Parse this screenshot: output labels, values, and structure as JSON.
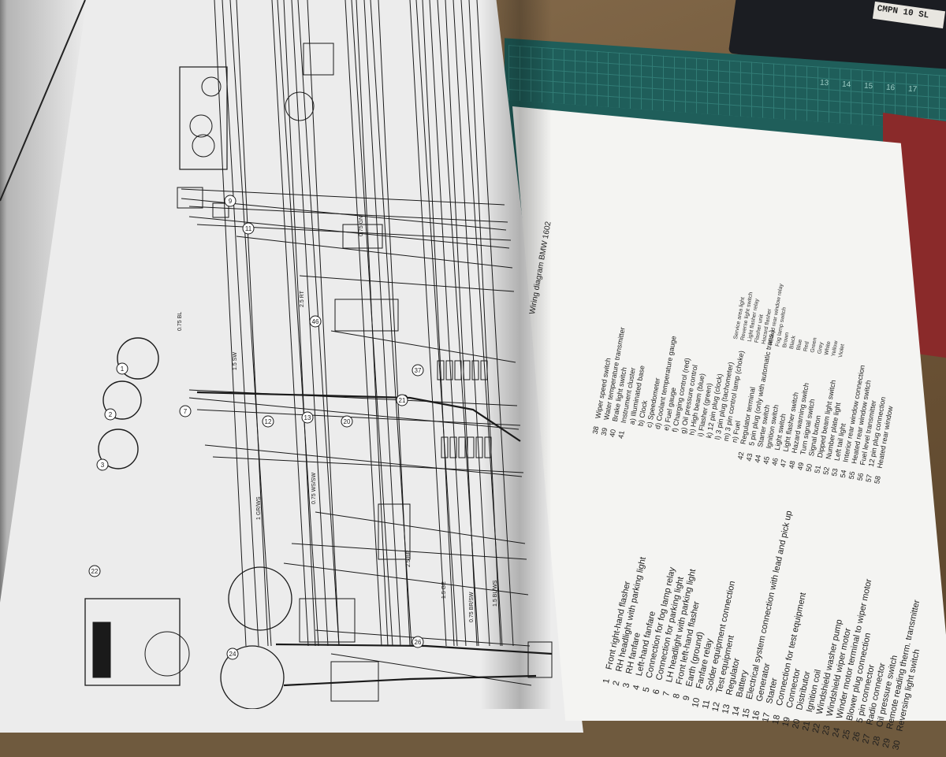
{
  "diagram_title": "Wiring diagram BMW 1602",
  "legend_left": [
    {
      "n": "1",
      "label": "Front right-hand flasher"
    },
    {
      "n": "2",
      "label": "RH headlight with parking light"
    },
    {
      "n": "3",
      "label": "RH fanfare"
    },
    {
      "n": "4",
      "label": "Left-hand fanfare"
    },
    {
      "n": "5",
      "label": "Connection for fog lamp relay"
    },
    {
      "n": "6",
      "label": "Connection for parking light"
    },
    {
      "n": "7",
      "label": "LH headlight with parking light"
    },
    {
      "n": "8",
      "label": "Front left-hand flasher"
    },
    {
      "n": "9",
      "label": "Earth (ground)"
    },
    {
      "n": "10",
      "label": "Fanfare relay"
    },
    {
      "n": "11",
      "label": "Solder equipment connection"
    },
    {
      "n": "12",
      "label": "Test equipment"
    },
    {
      "n": "13",
      "label": "Regulator"
    },
    {
      "n": "14",
      "label": "Battery"
    },
    {
      "n": "15",
      "label": "Electrical system connection with lead and pick up"
    },
    {
      "n": "16",
      "label": "Generator"
    },
    {
      "n": "17",
      "label": "Starter"
    },
    {
      "n": "18",
      "label": "Connection for test equipment"
    },
    {
      "n": "19",
      "label": "Connector"
    },
    {
      "n": "20",
      "label": "Distributor"
    },
    {
      "n": "21",
      "label": "Ignition coil"
    },
    {
      "n": "22",
      "label": "Windshield washer pump"
    },
    {
      "n": "23",
      "label": "Windshield wiper motor"
    },
    {
      "n": "24",
      "label": "Winder motor terminal to wiper motor"
    },
    {
      "n": "25",
      "label": "Blower plug connection"
    },
    {
      "n": "26",
      "label": "5 pin connector"
    },
    {
      "n": "27",
      "label": "Radio connector"
    },
    {
      "n": "28",
      "label": "Oil pressure switch"
    },
    {
      "n": "29",
      "label": "Remote reading therm. transmitter"
    },
    {
      "n": "30",
      "label": "Reversing light switch"
    }
  ],
  "legend_mid": [
    {
      "n": "38",
      "label": "Wiper speed switch"
    },
    {
      "n": "39",
      "label": "Water temperature transmitter"
    },
    {
      "n": "40",
      "label": "Brake light switch"
    },
    {
      "n": "41",
      "label": "Instrument cluster"
    },
    {
      "n": "",
      "label": "a) Illuminated base"
    },
    {
      "n": "",
      "label": "b) Clock"
    },
    {
      "n": "",
      "label": "c) Speedometer"
    },
    {
      "n": "",
      "label": "d) Coolant temperature gauge"
    },
    {
      "n": "",
      "label": "e) Fuel gauge"
    },
    {
      "n": "",
      "label": "f) Charging control (red)"
    },
    {
      "n": "",
      "label": "g) Oil pressure control"
    },
    {
      "n": "",
      "label": "h) High beam (blue)"
    },
    {
      "n": "",
      "label": "i) Flasher (green)"
    },
    {
      "n": "",
      "label": "k) 12 pin plug (clock)"
    },
    {
      "n": "",
      "label": "l) 3 pin plug (tachometer)"
    },
    {
      "n": "",
      "label": "m) 3 pin control lamp (choke)"
    },
    {
      "n": "",
      "label": "n) Fuel"
    },
    {
      "n": "42",
      "label": "Regulator terminal"
    },
    {
      "n": "43",
      "label": "5 pin plug (only with automatic trans.)"
    },
    {
      "n": "44",
      "label": "Starter switch"
    },
    {
      "n": "45",
      "label": "Ignition switch"
    },
    {
      "n": "46",
      "label": "Light switch"
    },
    {
      "n": "47",
      "label": "Light flasher switch"
    },
    {
      "n": "48",
      "label": "Hazard warning switch"
    },
    {
      "n": "49",
      "label": "Turn signal switch"
    },
    {
      "n": "50",
      "label": "Signal button"
    },
    {
      "n": "51",
      "label": "Dipped beam light switch"
    },
    {
      "n": "52",
      "label": "Number plate light"
    },
    {
      "n": "53",
      "label": "Left tail light"
    },
    {
      "n": "54",
      "label": "Interior rear window connection"
    },
    {
      "n": "55",
      "label": "Heated rear window switch"
    },
    {
      "n": "56",
      "label": "Fuel level transmitter"
    },
    {
      "n": "57",
      "label": "12 pin plug connection"
    },
    {
      "n": "58",
      "label": "Heated rear window"
    }
  ],
  "legend_far": [
    "Service area light",
    "Reverse light switch",
    "Light flasher relay",
    "Flasher unit",
    "Hazard flasher",
    "Heated rear window relay",
    "Fog lamp switch",
    "Brown",
    "Black",
    "Blue",
    "Red",
    "Green",
    "Grey",
    "White",
    "Yellow",
    "Violet"
  ],
  "wire_labels": [
    "0.75 BL",
    "1.5 SW",
    "2.5 RT",
    "0.75 GN",
    "1 GR/WS",
    "0.75 WS/SW",
    "1.5 GE",
    "0.75 BR/SW",
    "1.5 BL/WS",
    "2.5 BR"
  ],
  "mat_numbers": [
    "13",
    "14",
    "15",
    "16",
    "17"
  ],
  "device_label": "CMPN 10 SL",
  "colors": {
    "wire": "#1a1a1a",
    "paper": "#ececec",
    "mat": "#1f5e5a",
    "desk": "#7a6040"
  },
  "schematic_nodes": [
    {
      "id": "1"
    },
    {
      "id": "2"
    },
    {
      "id": "3"
    },
    {
      "id": "7"
    },
    {
      "id": "9"
    },
    {
      "id": "11"
    },
    {
      "id": "12"
    },
    {
      "id": "13"
    },
    {
      "id": "20"
    },
    {
      "id": "21"
    },
    {
      "id": "22"
    },
    {
      "id": "24"
    },
    {
      "id": "26"
    },
    {
      "id": "37"
    },
    {
      "id": "46"
    }
  ]
}
